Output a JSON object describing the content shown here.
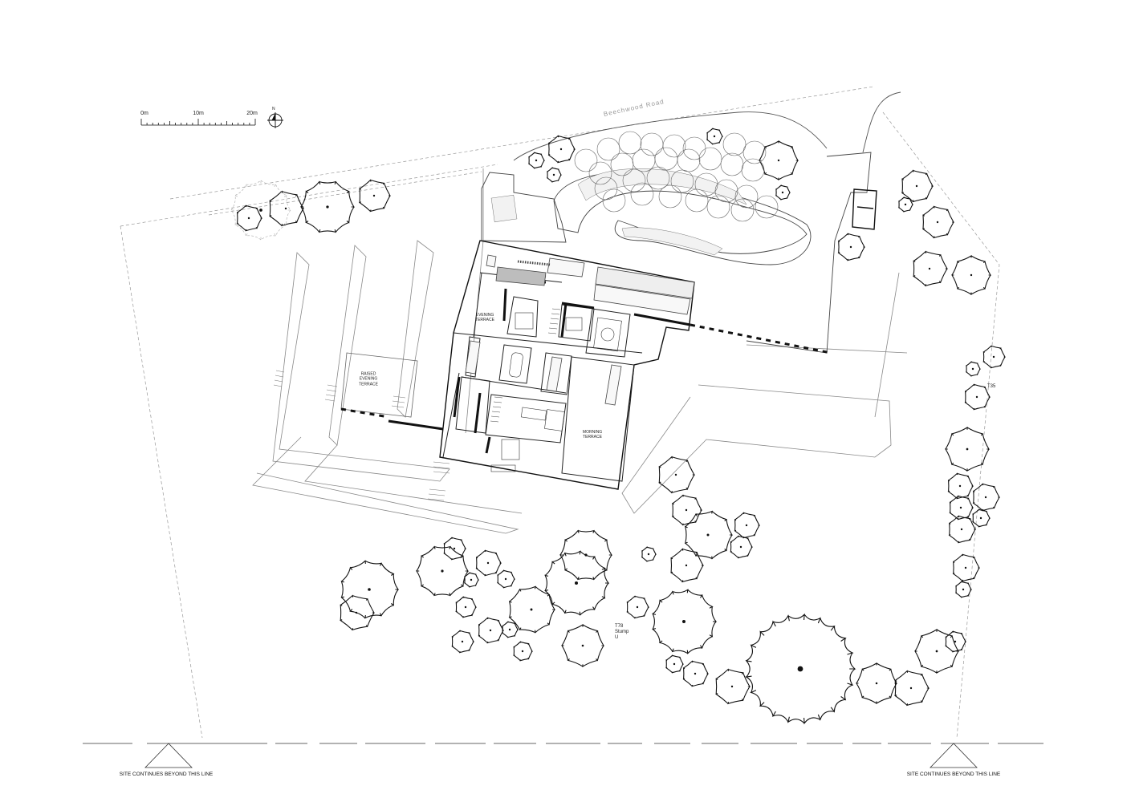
{
  "scale_bar": {
    "label_start": "0m",
    "label_mid": "10m",
    "label_end": "20m",
    "north": "N"
  },
  "road": {
    "name": "Beechwood Road"
  },
  "areas": {
    "evening_terrace": "EVENING\nTERRACE",
    "raised_evening_terrace": "RAISED\nEVENING\nTERRACE",
    "morning_terrace": "MORNING\nTERRACE"
  },
  "tree_tags": {
    "t78": "T78\nStump\nU",
    "t35": "T35"
  },
  "site_notes": {
    "left": "SITE CONTINUES BEYOND THIS LINE",
    "right": "SITE CONTINUES BEYOND THIS LINE"
  }
}
